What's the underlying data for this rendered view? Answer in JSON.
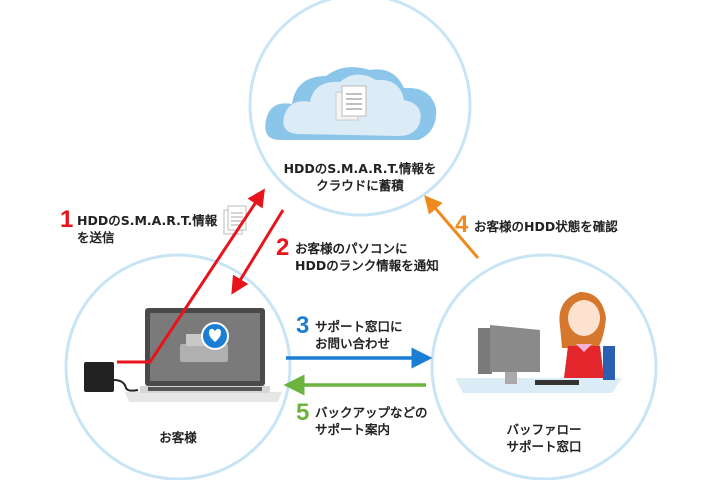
{
  "nodes": {
    "cloud": {
      "label_line1": "HDDのS.M.A.R.T.情報を",
      "label_line2": "クラウドに蓄積"
    },
    "customer": {
      "label": "お客様"
    },
    "support": {
      "label_line1": "バッファロー",
      "label_line2": "サポート窓口"
    }
  },
  "steps": [
    {
      "number": "1",
      "line1": "HDDのS.M.A.R.T.情報",
      "line2": "を送信",
      "color": "#e8141b"
    },
    {
      "number": "2",
      "line1": "お客様のパソコンに",
      "line2": "HDDのランク情報を通知",
      "color": "#e8141b"
    },
    {
      "number": "3",
      "line1": "サポート窓口に",
      "line2": "お問い合わせ",
      "color": "#1a7fd4"
    },
    {
      "number": "4",
      "line1": "お客様のHDD状態を確認",
      "color": "#ef8a1e"
    },
    {
      "number": "5",
      "line1": "バックアップなどの",
      "line2": "サポート案内",
      "color": "#6db33f"
    }
  ],
  "colors": {
    "circle": "#c8e5f5",
    "cloud_light": "#dcecf7",
    "cloud_dark": "#8cc5ea"
  }
}
